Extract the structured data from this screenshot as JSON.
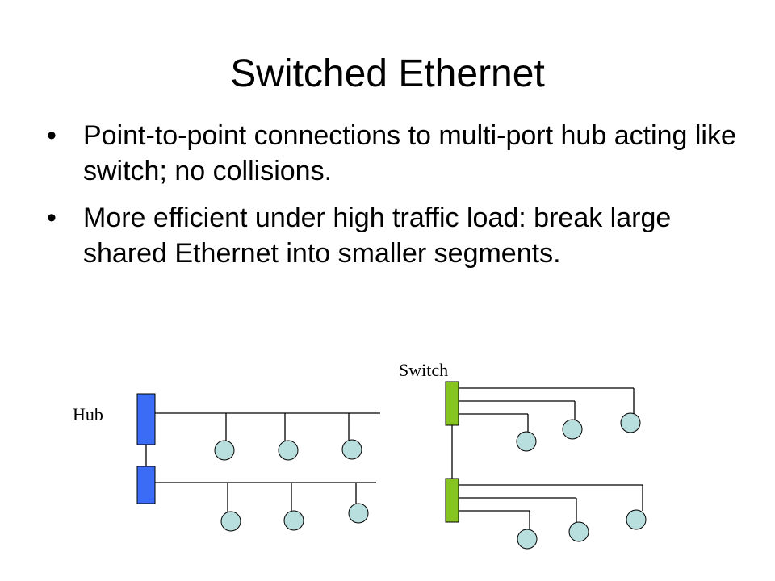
{
  "slide": {
    "title": "Switched Ethernet",
    "bullets": [
      {
        "marker": "•",
        "text": "Point-to-point connections to multi-port hub acting like switch; no collisions."
      },
      {
        "marker": "•",
        "text": "More efficient under high traffic load: break large shared Ethernet into smaller segments."
      }
    ]
  },
  "diagram": {
    "hub_label": "Hub",
    "switch_label": "Switch",
    "colors": {
      "hub_box": "#3b6cf5",
      "switch_box": "#86c41f",
      "node": "#b9dede",
      "line": "#000000"
    }
  }
}
